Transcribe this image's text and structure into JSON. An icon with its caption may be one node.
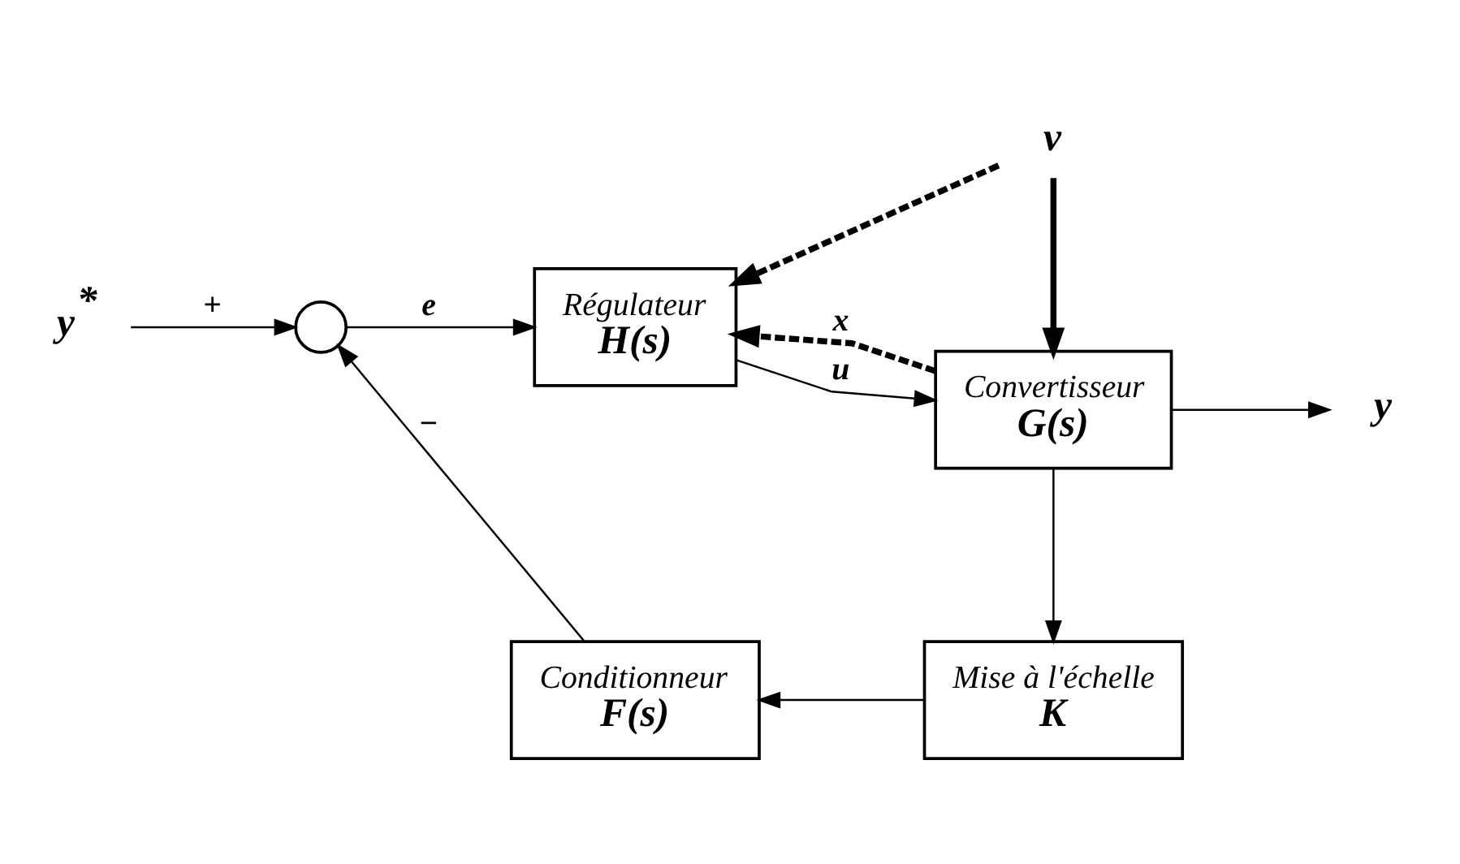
{
  "diagram": {
    "nodes": [
      {
        "text": [
          "y$^{*}$"
        ]
      },
      {
        "text": [],
        "shape": "circle"
      },
      {
        "text": [
          "Régulateur",
          "H(s)"
        ]
      },
      {
        "text": [
          "Convertisseur",
          "G(s)"
        ]
      },
      {
        "text": [
          "y"
        ]
      },
      {
        "text": [
          "v"
        ]
      },
      {
        "text": [
          "Mise à l'échelle",
          "K"
        ]
      },
      {
        "text": [
          "Conditionneur",
          "F(s)"
        ]
      }
    ],
    "edges": [
      {
        "from": 0,
        "to": 1,
        "arrow": "to",
        "label": "+"
      },
      {
        "from": 1,
        "to": 2,
        "arrow": "to",
        "label": "e"
      },
      {
        "from": 2,
        "to": 3,
        "arrow": "to",
        "label": "u"
      },
      {
        "from": 3,
        "to": 4,
        "arrow": "to"
      },
      {
        "from": 5,
        "to": 3,
        "arrow": "to",
        "style": "thick"
      },
      {
        "from": 5,
        "to": 2,
        "arrow": "to",
        "style": "dashed"
      },
      {
        "from": 3,
        "to": 2,
        "arrow": "to",
        "style": "dashed",
        "label": "x"
      },
      {
        "from": 3,
        "to": 6,
        "arrow": "to"
      },
      {
        "from": 6,
        "to": 7,
        "arrow": "to"
      },
      {
        "from": 7,
        "to": 1,
        "arrow": "to",
        "label": "−"
      }
    ]
  }
}
